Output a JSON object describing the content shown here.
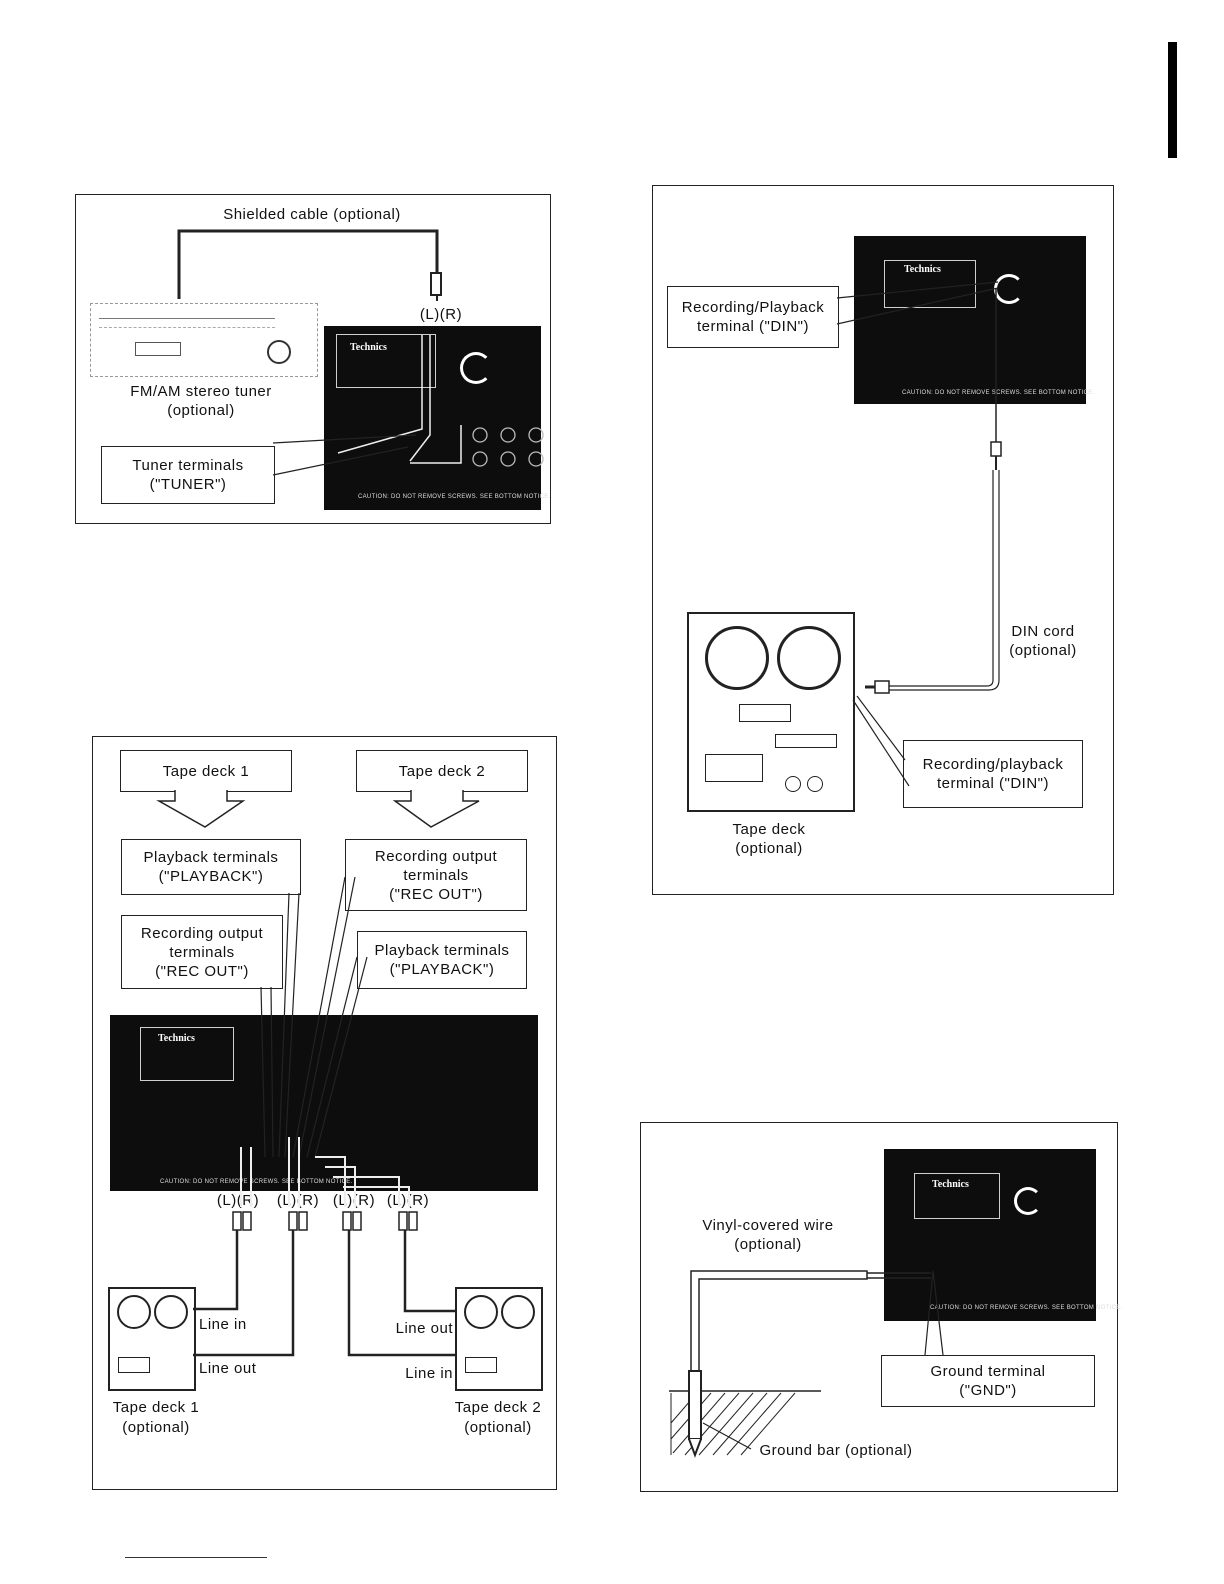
{
  "panel_tuner": {
    "cable_label": "Shielded cable (optional)",
    "lr_label": "(L)(R)",
    "tuner_label_line1": "FM/AM stereo tuner",
    "tuner_label_line2": "(optional)",
    "terminal_box_line1": "Tuner terminals",
    "terminal_box_line2": "(\"TUNER\")"
  },
  "panel_tape_din": {
    "terminal_box_line1": "Recording/Playback",
    "terminal_box_line2": "terminal (\"DIN\")",
    "cord_label_line1": "DIN cord",
    "cord_label_line2": "(optional)",
    "deck_terminal_line1": "Recording/playback",
    "deck_terminal_line2": "terminal  (\"DIN\")",
    "deck_label_line1": "Tape deck",
    "deck_label_line2": "(optional)"
  },
  "panel_two_decks": {
    "deck1_header": "Tape deck  1",
    "deck2_header": "Tape deck 2",
    "left_playback_line1": "Playback terminals",
    "left_playback_line2": "(\"PLAYBACK\")",
    "left_recout_line1": "Recording output",
    "left_recout_line2": "terminals",
    "left_recout_line3": "(\"REC OUT\")",
    "right_recout_line1": "Recording output",
    "right_recout_line2": "terminals",
    "right_recout_line3": "(\"REC OUT\")",
    "right_playback_line1": "Playback terminals",
    "right_playback_line2": "(\"PLAYBACK\")",
    "lr_labels": [
      "(L)(R)",
      "(L)(R)",
      "(L)(R)",
      "(L)(R)"
    ],
    "line_in_left": "Line in",
    "line_out_left": "Line out",
    "line_out_right": "Line out",
    "line_in_right": "Line in",
    "deck1_label_line1": "Tape deck 1",
    "deck1_label_line2": "(optional)",
    "deck2_label_line1": "Tape deck 2",
    "deck2_label_line2": "(optional)"
  },
  "panel_ground": {
    "wire_label_line1": "Vinyl-covered wire",
    "wire_label_line2": "(optional)",
    "terminal_box_line1": "Ground terminal",
    "terminal_box_line2": "(\"GND\")",
    "bar_label": "Ground bar (optional)"
  },
  "amplifier": {
    "brand": "Technics",
    "caution": "CAUTION: DO NOT REMOVE SCREWS. SEE BOTTOM NOTICE."
  }
}
